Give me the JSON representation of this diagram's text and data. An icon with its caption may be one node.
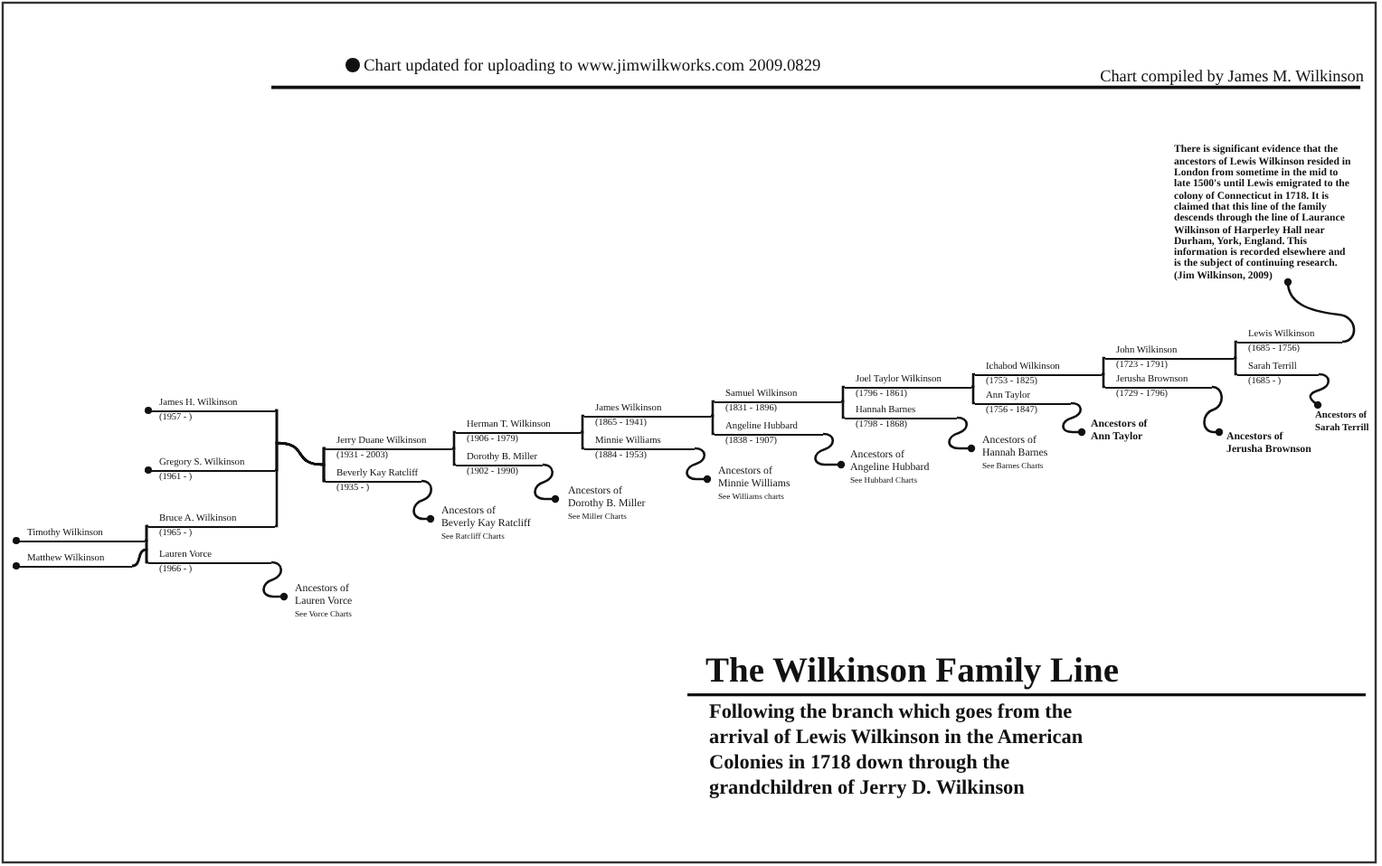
{
  "diagram": {
    "title": "The Wilkinson Family Line",
    "caption": "Following the branch which goes from the arrival of Lewis Wilkinson in the American Colonies in 1718 down through the grandchildren of Jerry D. Wilkinson",
    "nodes": [
      {
        "text": [
          "Timothy Wilkinson"
        ]
      },
      {
        "text": [
          "Matthew Wilkinson"
        ]
      },
      {
        "text": [
          "James H. Wilkinson",
          "(1957 - )"
        ]
      },
      {
        "text": [
          "Gregory S. Wilkinson",
          "(1961 - )"
        ]
      },
      {
        "text": [
          "Bruce A. Wilkinson",
          "(1965 - )"
        ]
      },
      {
        "text": [
          "Lauren Vorce",
          "(1966 - )"
        ]
      },
      {
        "text": [
          "Ancestors of Lauren Vorce",
          "See Vorce Charts"
        ]
      },
      {
        "text": [
          "Jerry Duane Wilkinson",
          "(1931 - 2003)"
        ]
      },
      {
        "text": [
          "Beverly Kay Ratcliff",
          "(1935 - )"
        ]
      },
      {
        "text": [
          "Ancestors of Beverly Kay Ratcliff",
          "See Ratcliff Charts"
        ]
      },
      {
        "text": [
          "Herman T. Wilkinson",
          "(1906 - 1979)"
        ]
      },
      {
        "text": [
          "Dorothy B. Miller",
          "(1902 - 1990)"
        ]
      },
      {
        "text": [
          "Ancestors of Dorothy B. Miller",
          "See Miller Charts"
        ]
      },
      {
        "text": [
          "James Wilkinson",
          "(1865 - 1941)"
        ]
      },
      {
        "text": [
          "Minnie Williams",
          "(1884 - 1953)"
        ]
      },
      {
        "text": [
          "Ancestors of Minnie Williams",
          "See Williams charts"
        ]
      },
      {
        "text": [
          "Samuel Wilkinson",
          "(1831 - 1896)"
        ]
      },
      {
        "text": [
          "Angeline Hubbard",
          "(1838 - 1907)"
        ]
      },
      {
        "text": [
          "Ancestors of Angeline Hubbard",
          "See Hubbard Charts"
        ]
      },
      {
        "text": [
          "Joel Taylor Wilkinson",
          "(1796 - 1861)"
        ]
      },
      {
        "text": [
          "Hannah Barnes",
          "(1798 - 1868)"
        ]
      },
      {
        "text": [
          "Ancestors of Hannah Barnes",
          "See Barnes Charts"
        ]
      },
      {
        "text": [
          "Ichabod Wilkinson",
          "(1753 - 1825)"
        ]
      },
      {
        "text": [
          "Ann Taylor",
          "(1756 - 1847)"
        ]
      },
      {
        "text": [
          "Ancestors of Ann Taylor"
        ]
      },
      {
        "text": [
          "John Wilkinson",
          "(1723 - 1791)"
        ]
      },
      {
        "text": [
          "Jerusha Brownson",
          "(1729 - 1796)"
        ]
      },
      {
        "text": [
          "Ancestors of Jerusha Brownson"
        ]
      },
      {
        "text": [
          "Lewis Wilkinson",
          "(1685 - 1756)"
        ]
      },
      {
        "text": [
          "Sarah Terrill",
          "(1685 - )"
        ]
      },
      {
        "text": [
          "Ancestors of Sarah Terrill"
        ]
      },
      {
        "text": [
          "There is significant evidence that the ancestors of Lewis Wilkinson resided in London from sometime in the mid to late 1500's until Lewis emigrated to the colony of Connecticut in 1718. It is claimed that this line of the family descends through the line of Laurance Wilkinson of Harperley Hall near Durham, York, England. This information is recorded elsewhere and is the subject of continuing research. (Jim Wilkinson, 2009)"
        ]
      }
    ],
    "edges": [
      {
        "from": 0,
        "to": 4,
        "arrow": "none"
      },
      {
        "from": 0,
        "to": 5,
        "arrow": "none"
      },
      {
        "from": 1,
        "to": 4,
        "arrow": "none"
      },
      {
        "from": 1,
        "to": 5,
        "arrow": "none"
      },
      {
        "from": 2,
        "to": 7,
        "arrow": "none"
      },
      {
        "from": 2,
        "to": 8,
        "arrow": "none"
      },
      {
        "from": 3,
        "to": 7,
        "arrow": "none"
      },
      {
        "from": 3,
        "to": 8,
        "arrow": "none"
      },
      {
        "from": 4,
        "to": 7,
        "arrow": "none"
      },
      {
        "from": 4,
        "to": 8,
        "arrow": "none"
      },
      {
        "from": 5,
        "to": 6,
        "arrow": "other"
      },
      {
        "from": 7,
        "to": 10,
        "arrow": "none"
      },
      {
        "from": 7,
        "to": 11,
        "arrow": "none"
      },
      {
        "from": 8,
        "to": 9,
        "arrow": "other"
      },
      {
        "from": 10,
        "to": 13,
        "arrow": "none"
      },
      {
        "from": 10,
        "to": 14,
        "arrow": "none"
      },
      {
        "from": 11,
        "to": 12,
        "arrow": "other"
      },
      {
        "from": 13,
        "to": 16,
        "arrow": "none"
      },
      {
        "from": 13,
        "to": 17,
        "arrow": "none"
      },
      {
        "from": 14,
        "to": 15,
        "arrow": "other"
      },
      {
        "from": 16,
        "to": 19,
        "arrow": "none"
      },
      {
        "from": 16,
        "to": 20,
        "arrow": "none"
      },
      {
        "from": 17,
        "to": 18,
        "arrow": "other"
      },
      {
        "from": 19,
        "to": 22,
        "arrow": "none"
      },
      {
        "from": 19,
        "to": 23,
        "arrow": "none"
      },
      {
        "from": 20,
        "to": 21,
        "arrow": "other"
      },
      {
        "from": 22,
        "to": 25,
        "arrow": "none"
      },
      {
        "from": 22,
        "to": 26,
        "arrow": "none"
      },
      {
        "from": 23,
        "to": 24,
        "arrow": "other"
      },
      {
        "from": 25,
        "to": 28,
        "arrow": "none"
      },
      {
        "from": 25,
        "to": 29,
        "arrow": "none"
      },
      {
        "from": 26,
        "to": 27,
        "arrow": "other"
      },
      {
        "from": 29,
        "to": 30,
        "arrow": "other"
      },
      {
        "from": 28,
        "to": 31,
        "arrow": "other"
      }
    ],
    "labels": [
      "Chart updated for uploading to www.jimwilkworks.com 2009.0829",
      "Chart compiled by James M. Wilkinson"
    ]
  }
}
